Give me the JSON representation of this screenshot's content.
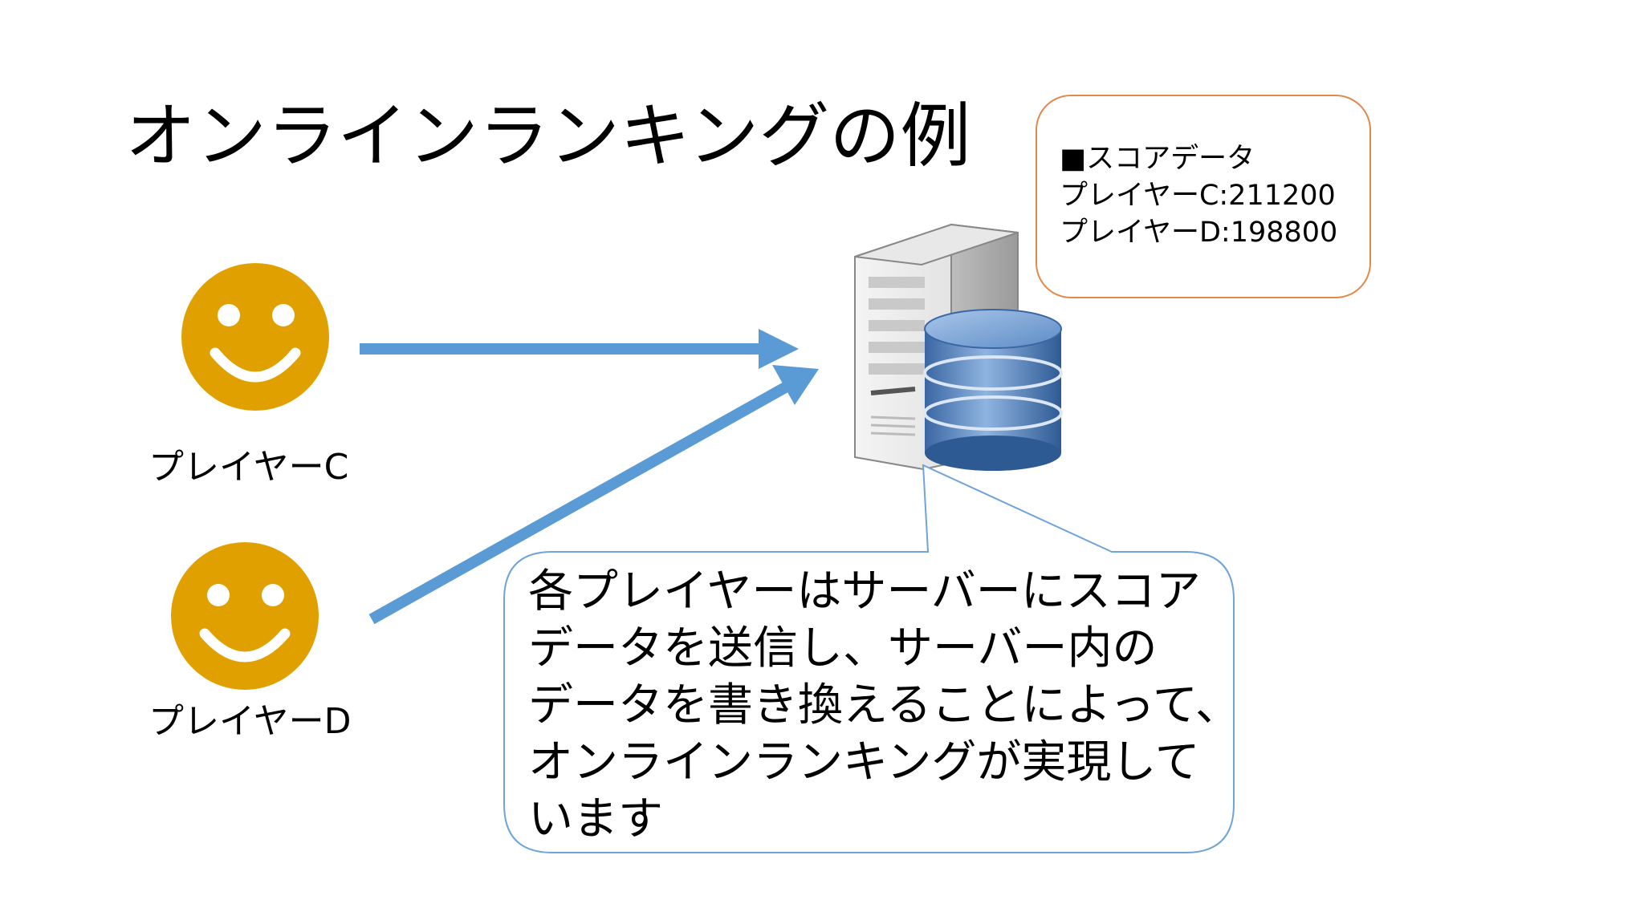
{
  "slide": {
    "title": "オンラインランキングの例",
    "players": [
      {
        "label": "プレイヤーC"
      },
      {
        "label": "プレイヤーD"
      }
    ],
    "score_box": {
      "heading": "■スコアデータ",
      "lines": [
        "プレイヤーC:211200",
        "プレイヤーD:198800"
      ]
    },
    "callout": {
      "lines": [
        "各プレイヤーはサーバーにスコア",
        "データを送信し、サーバー内の",
        "データを書き換えることによって、",
        "オンラインランキングが実現して",
        "います"
      ]
    }
  },
  "colors": {
    "smiley": "#E0A100",
    "arrow": "#5B9BD5",
    "score_border": "#E2884A",
    "callout_border": "#6FA3D9",
    "database": "#4F7FB8"
  },
  "icons": [
    "smiley-face-icon",
    "server-icon",
    "database-icon"
  ]
}
